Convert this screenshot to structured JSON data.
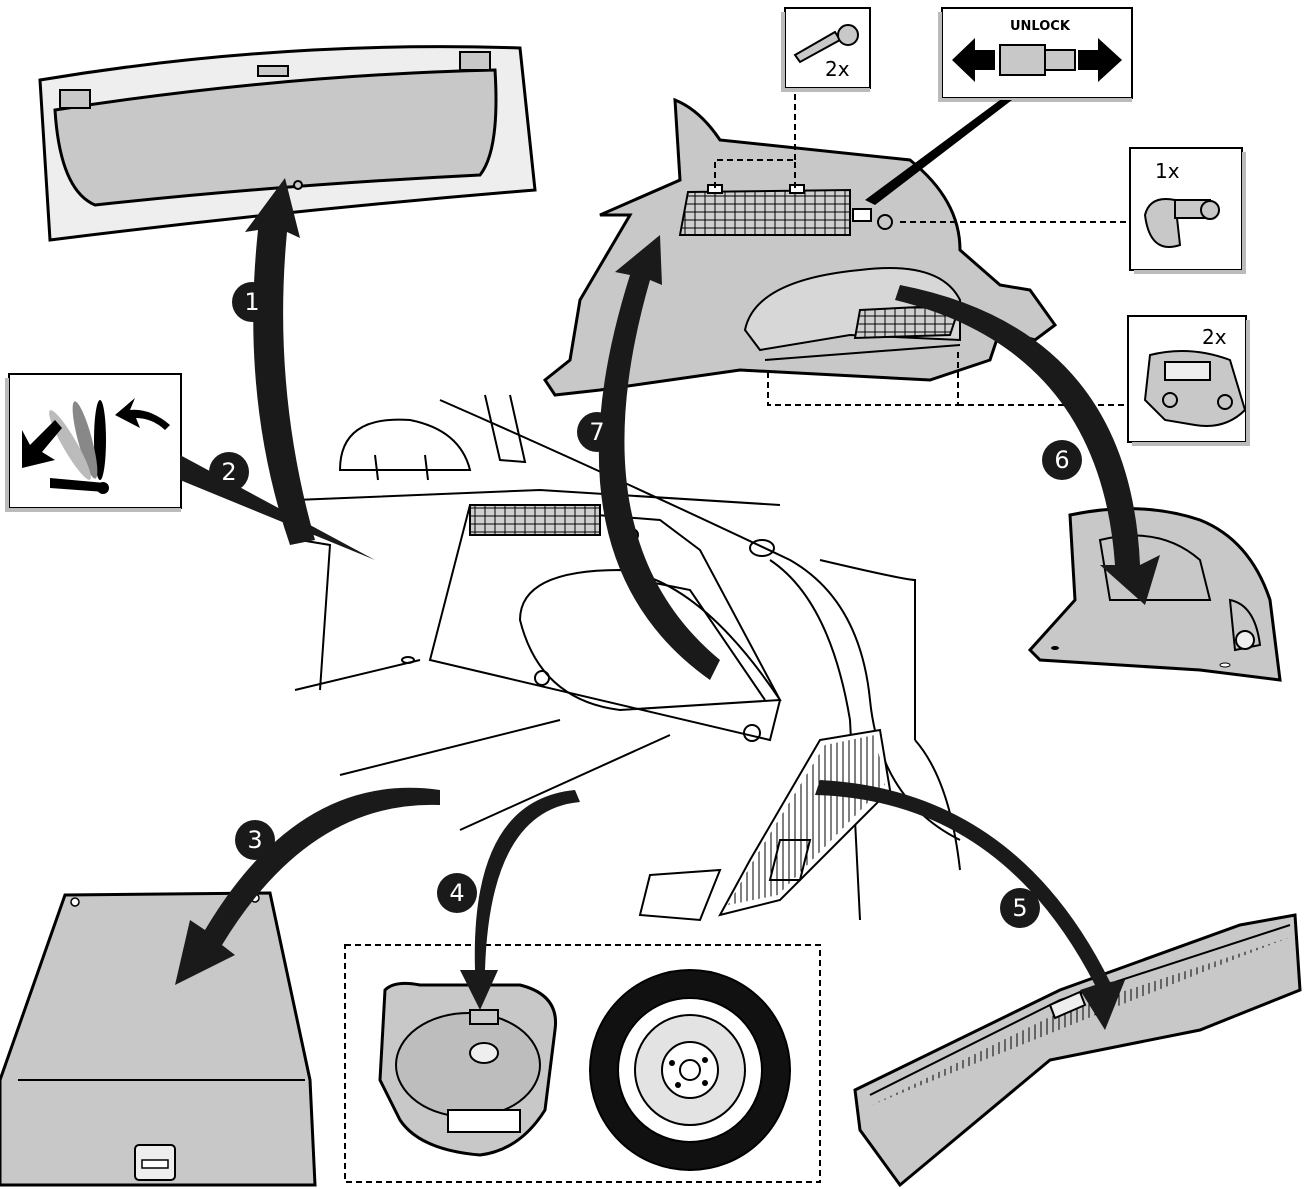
{
  "steps": [
    "1",
    "2",
    "3",
    "4",
    "5",
    "6",
    "7"
  ],
  "callouts": {
    "screw_qty": "2x",
    "unlock_label": "UNLOCK",
    "clip_qty": "1x",
    "hook_qty": "2x"
  },
  "colors": {
    "part_fill": "#c8c8c8",
    "part_fill_light": "#eeeeee",
    "outline": "#000000",
    "step_badge": "#1a1a1a",
    "arrow": "#1a1a1a"
  }
}
